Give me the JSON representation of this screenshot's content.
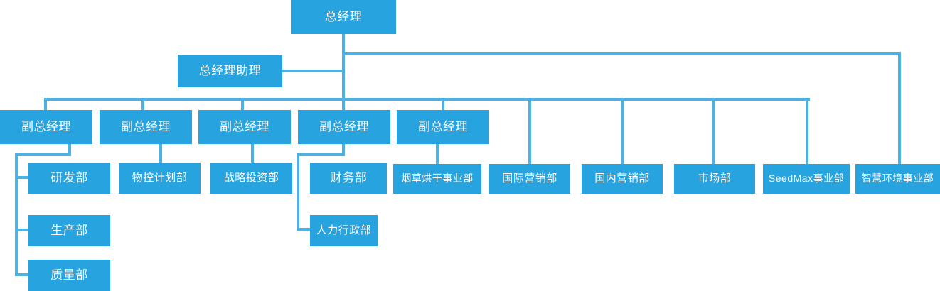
{
  "chart": {
    "title": "Organization Chart",
    "colors": {
      "node_fill": "#27a3e0",
      "node_text": "#ffffff",
      "connector": "#4cb2e4",
      "background": "#ffffff"
    },
    "nodes": {
      "general_manager": "总经理",
      "gm_assistant": "总经理助理",
      "vp1": "副总经理",
      "vp2": "副总经理",
      "vp3": "副总经理",
      "vp4": "副总经理",
      "vp5": "副总经理",
      "rd_dept": "研发部",
      "production_dept": "生产部",
      "quality_dept": "质量部",
      "material_plan_dept": "物控计划部",
      "strategy_invest_dept": "战略投资部",
      "finance_dept": "财务部",
      "hr_admin_dept": "人力行政部",
      "tobacco_curing_div": "烟草烘干事业部",
      "intl_marketing_dept": "国际营销部",
      "domestic_marketing_dept": "国内营销部",
      "market_dept": "市场部",
      "seedmax_div": "SeedMax事业部",
      "smart_env_div": "智慧环境事业部"
    }
  }
}
